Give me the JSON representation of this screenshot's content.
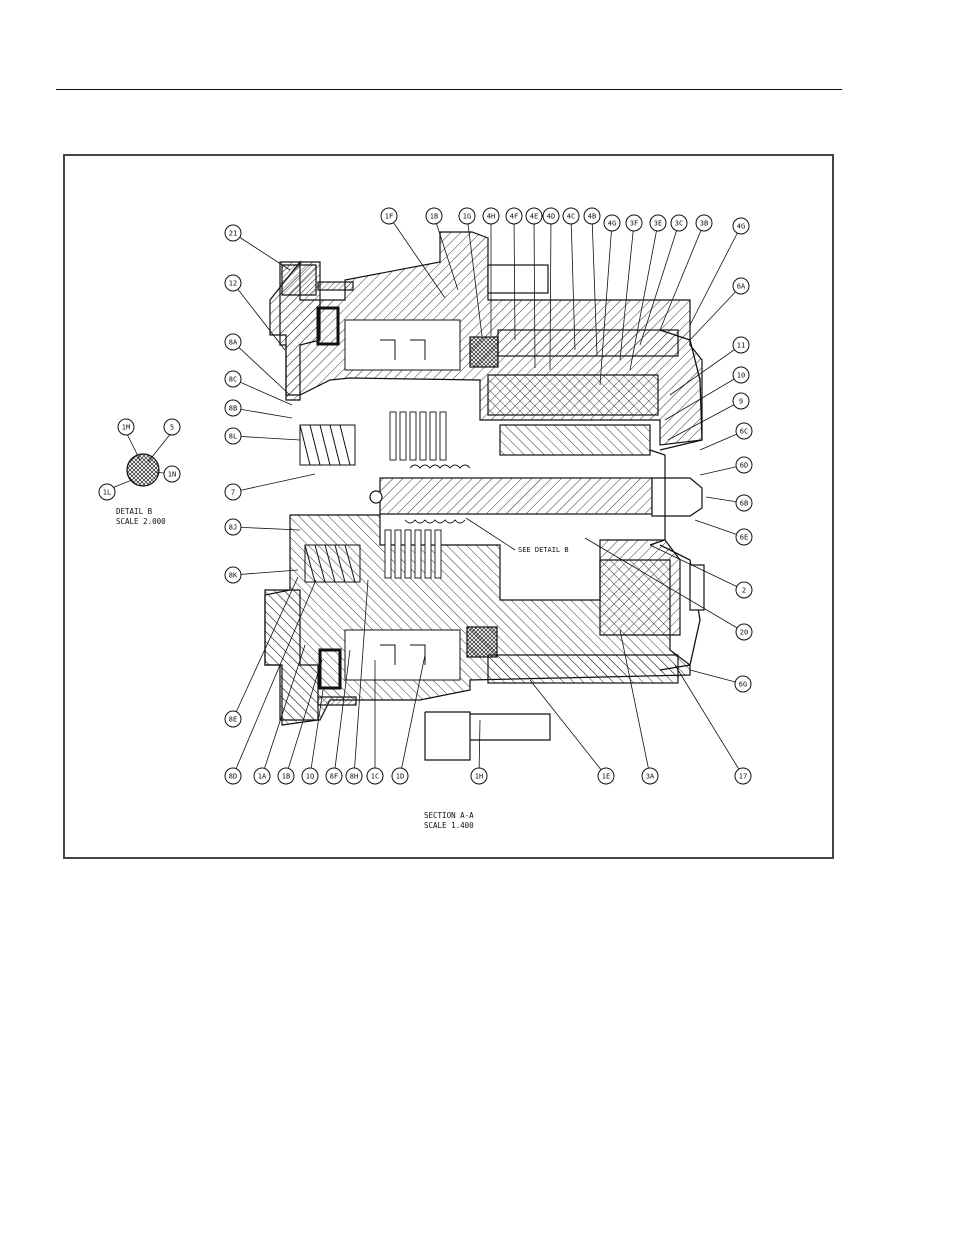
{
  "figure": {
    "callouts": [
      "1F",
      "1B",
      "1G",
      "4H",
      "4F",
      "4E",
      "4D",
      "4C",
      "4B",
      "4G",
      "3F",
      "3E",
      "3C",
      "3B",
      "4G",
      "21",
      "12",
      "6A",
      "11",
      "10",
      "9",
      "8A",
      "8C",
      "8B",
      "8L",
      "1M",
      "5",
      "1N",
      "1L",
      "7",
      "6C",
      "6D",
      "6B",
      "6E",
      "8J",
      "8K",
      "2",
      "20",
      "8E",
      "8D",
      "1A",
      "1B",
      "1Q",
      "8F",
      "8H",
      "1C",
      "1D",
      "1H",
      "1E",
      "3A",
      "17",
      "6G"
    ],
    "detail_b": {
      "title": "DETAIL B",
      "scale": "SCALE 2.000"
    },
    "section": {
      "title": "SECTION A-A",
      "scale": "SCALE 1.400"
    },
    "see_detail": "SEE DETAIL B"
  },
  "colors": {
    "line": "#111111",
    "frame": "#444444",
    "hatch": "#222222"
  }
}
